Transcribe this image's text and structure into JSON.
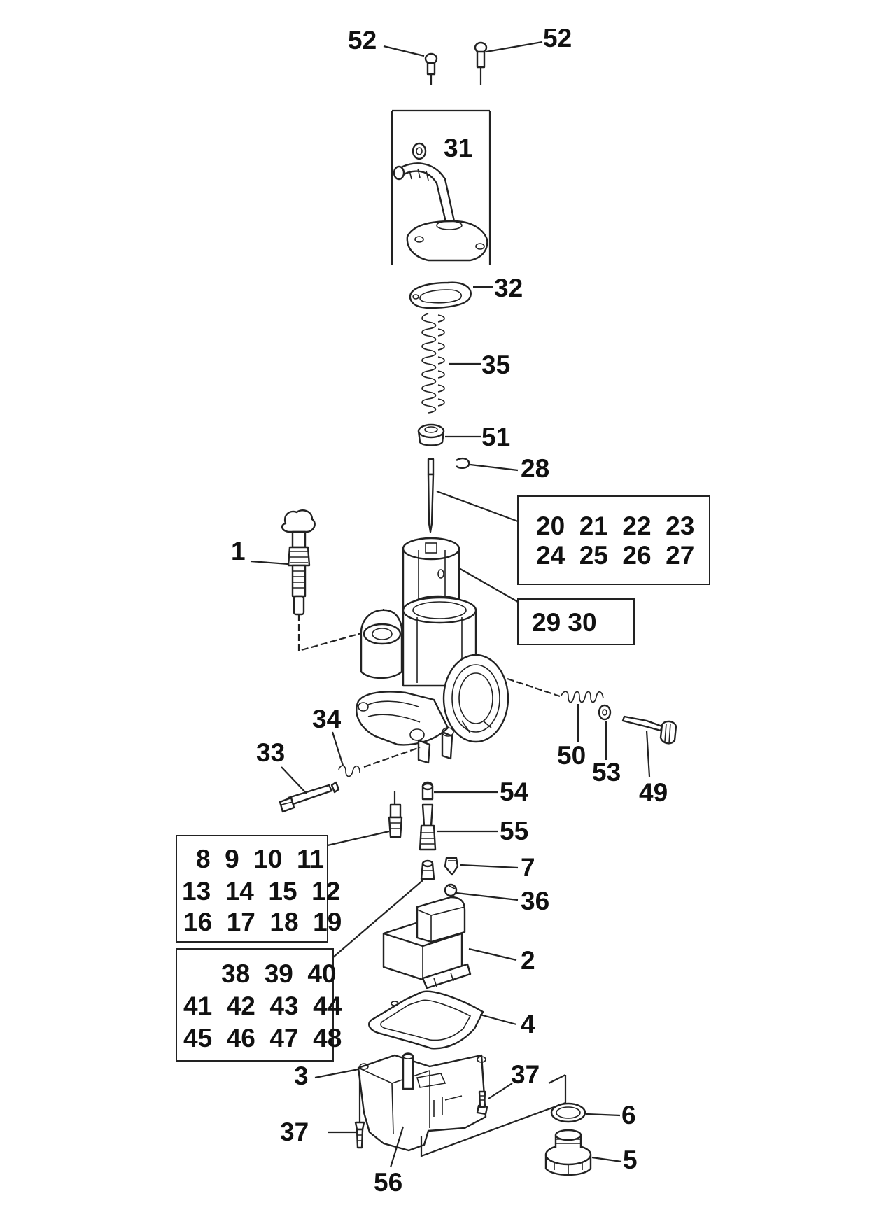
{
  "diagram": {
    "callouts": {
      "screw_top_left": "52",
      "screw_top_right": "52",
      "cable_elbow_nut": "31",
      "top_gasket": "32",
      "slide_spring": "35",
      "spring_seat": "51",
      "needle_clip": "28",
      "idle_screw": "1",
      "slide": "29 30",
      "spring_small": "50",
      "washer": "53",
      "air_screw": "49",
      "pilot_spring": "34",
      "pilot_screw": "33",
      "jet_holder": "54",
      "needle_jet": "55",
      "float_valve": "7",
      "clip_36": "36",
      "float": "2",
      "bowl_gasket": "4",
      "float_bowl": "3",
      "bowl_screw_right": "37",
      "bowl_screw_left": "37",
      "plug_oring": "6",
      "drain_plug": "5",
      "bowl_drain": "56"
    },
    "needle_box": {
      "line1": "20  21  22  23",
      "line2": "24  25  26  27"
    },
    "pilot_jet_box": {
      "line1": "8  9  10  11",
      "line2": "13  14  15  12",
      "line3": "16  17  18  19"
    },
    "main_jet_box": {
      "line1": "38  39  40",
      "line2": "41  42  43  44",
      "line3": "45  46  47  48"
    }
  }
}
